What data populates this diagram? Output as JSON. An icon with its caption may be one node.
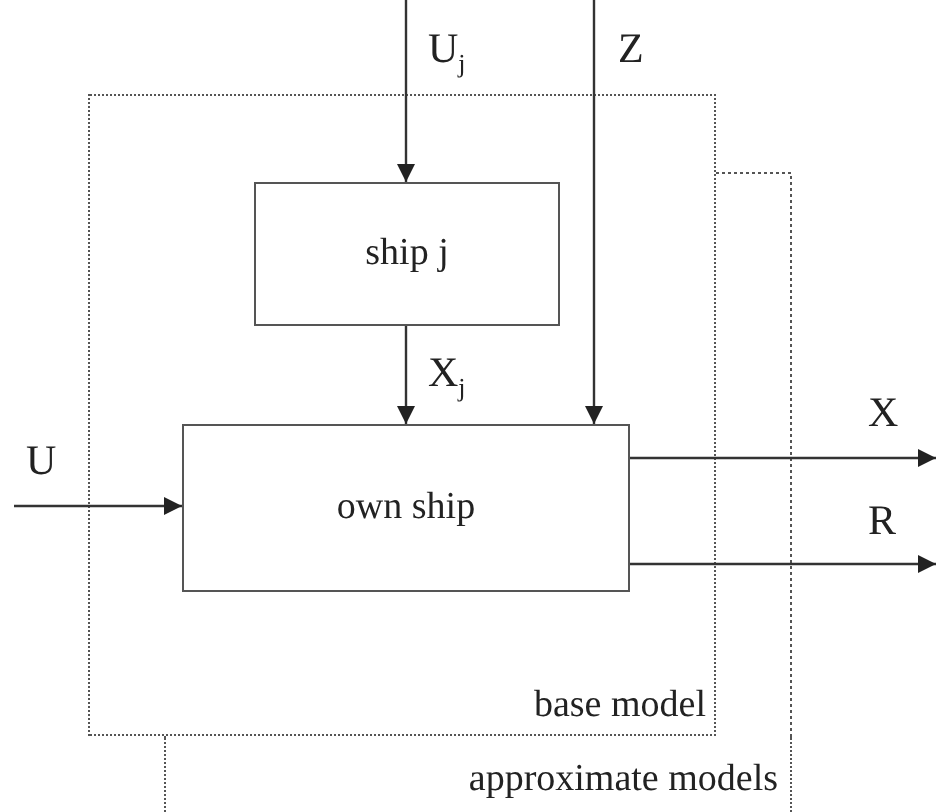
{
  "diagram": {
    "nodes": [
      {
        "text": [
          "approximate models"
        ]
      },
      {
        "text": [
          "base model"
        ]
      },
      {
        "text": [
          "ship j"
        ],
        "in": 1
      },
      {
        "text": [
          "own ship"
        ],
        "in": 1
      }
    ],
    "edges": [
      {
        "from": null,
        "to": 2,
        "arrow": "to",
        "label": "U$_{j}$"
      },
      {
        "from": null,
        "to": 3,
        "arrow": "to",
        "label": "Z"
      },
      {
        "from": 2,
        "to": 3,
        "arrow": "to",
        "label": "X$_{j}$"
      },
      {
        "from": null,
        "to": 3,
        "arrow": "to",
        "label": "U"
      },
      {
        "from": 3,
        "to": null,
        "arrow": "to",
        "label": "X"
      },
      {
        "from": 3,
        "to": null,
        "arrow": "to",
        "label": "R"
      }
    ]
  }
}
